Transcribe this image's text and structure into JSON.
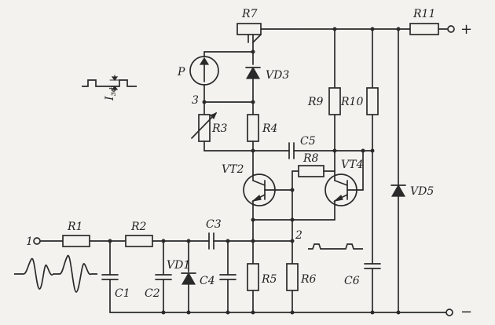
{
  "labels": {
    "r1": "R1",
    "r2": "R2",
    "r3": "R3",
    "r4": "R4",
    "r5": "R5",
    "r6": "R6",
    "r7": "R7",
    "r8": "R8",
    "r9": "R9",
    "r10": "R10",
    "r11": "R11",
    "c1": "C1",
    "c2": "C2",
    "c3": "C3",
    "c4": "C4",
    "c5": "C5",
    "c6": "C6",
    "vd1": "VD1",
    "vd3": "VD3",
    "vd5": "VD5",
    "vt2": "VT2",
    "vt4": "VT4",
    "meter": "P",
    "node1": "1",
    "node2": "2",
    "node3": "3",
    "plus": "+",
    "minus": "−",
    "pulse_current": "I",
    "pulse_current_sub": "зф"
  }
}
